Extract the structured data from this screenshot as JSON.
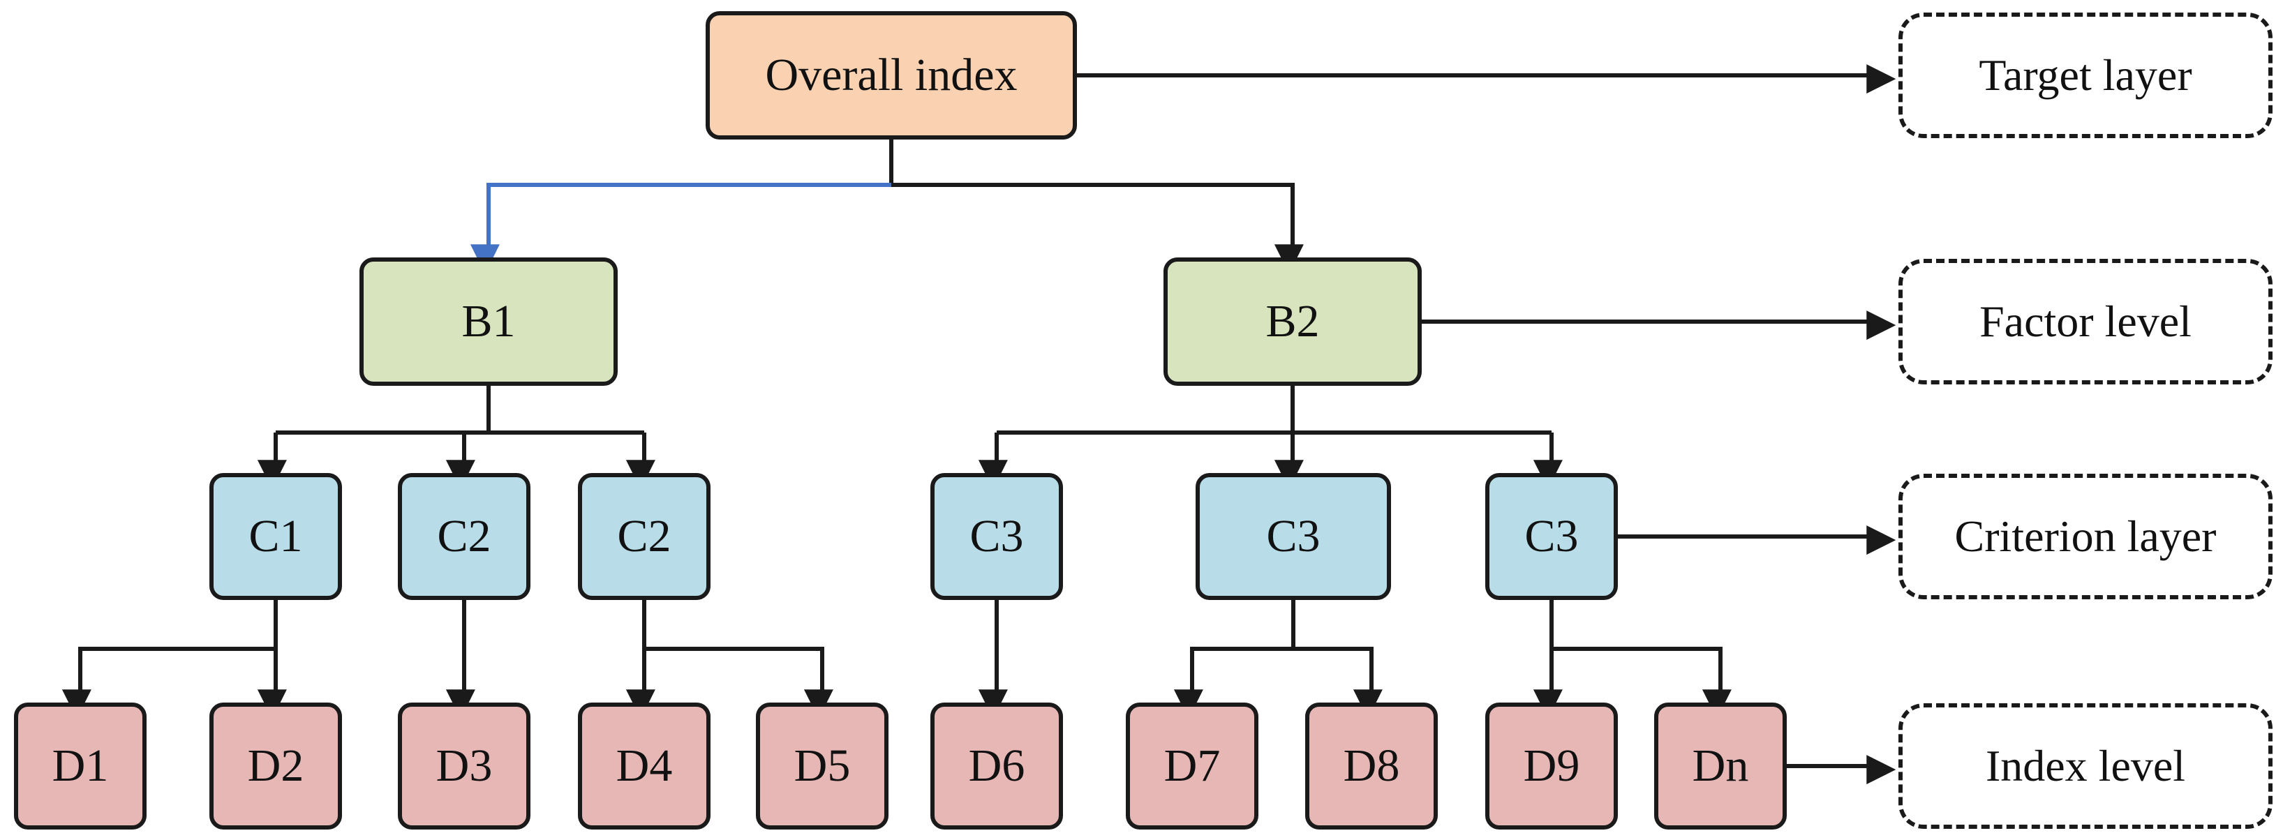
{
  "colors": {
    "line": "#1a1a1a",
    "highlight_line": "#4472c4",
    "overall_fill": "#fad2b2",
    "factor_fill": "#d8e4bd",
    "criterion_fill": "#b8dde8",
    "index_fill": "#e6b7b4"
  },
  "nodes": {
    "overall": "Overall index",
    "b1": "B1",
    "b2": "B2",
    "c1": "C1",
    "c2a": "C2",
    "c2b": "C2",
    "c3a": "C3",
    "c3b": "C3",
    "c3c": "C3",
    "d1": "D1",
    "d2": "D2",
    "d3": "D3",
    "d4": "D4",
    "d5": "D5",
    "d6": "D6",
    "d7": "D7",
    "d8": "D8",
    "d9": "D9",
    "dn": "Dn"
  },
  "layers": {
    "target": "Target layer",
    "factor": "Factor level",
    "criterion": "Criterion layer",
    "index": "Index level"
  }
}
